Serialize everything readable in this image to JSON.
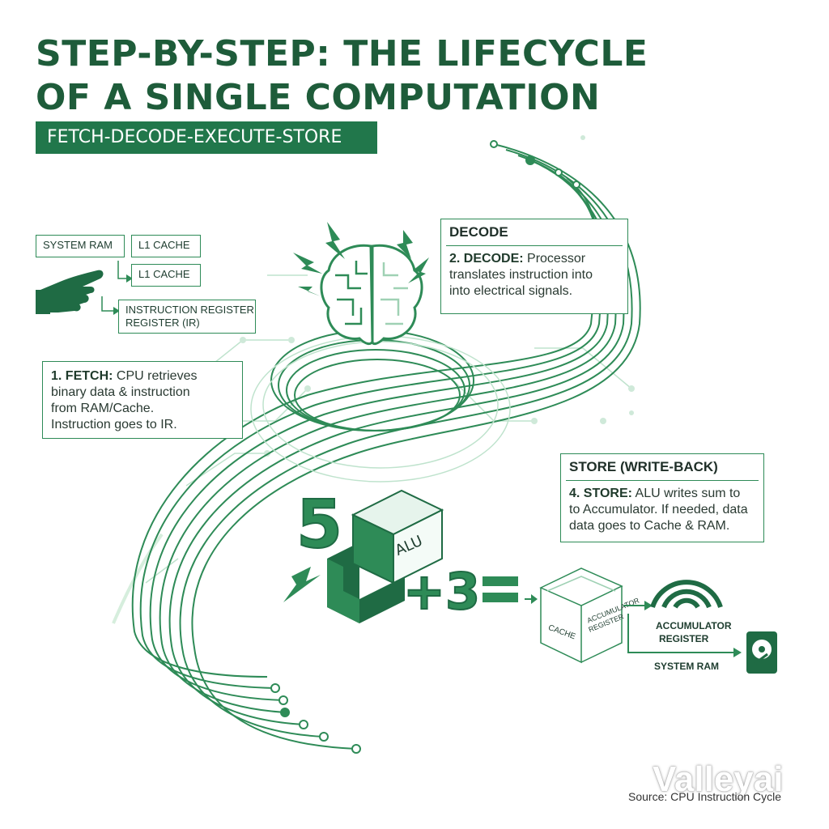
{
  "title": {
    "line1": "STEP-BY-STEP: THE LIFECYCLE",
    "line2": "OF A SINGLE COMPUTATION"
  },
  "banner": "FETCH-DECODE-EXECUTE-STORE",
  "fetch_area": {
    "tag_system_ram": "SYSTEM RAM",
    "tag_l1_cache_top": "L1 CACHE",
    "tag_l1_cache": "L1 CACHE",
    "tag_ir_line1": "INSTRUCTION REGISTER",
    "tag_ir_line2": "REGISTER (IR)"
  },
  "fetch_card": {
    "label": "1. FETCH:",
    "line1_rest": " CPU retrieves",
    "line2": "binary data & instruction",
    "line3": "from RAM/Cache.",
    "line4": "Instruction goes to IR."
  },
  "decode_card": {
    "heading": "DECODE",
    "label": "2. DECODE:",
    "line1_rest": " Processor",
    "line2": "translates instruction into",
    "line3": "into electrical signals."
  },
  "store_card": {
    "heading": "STORE (WRITE-BACK)",
    "label": "4. STORE:",
    "line1_rest": " ALU writes sum to",
    "line2": "to Accumulator. If needed, data",
    "line3": "data goes to Cache & RAM."
  },
  "execute": {
    "digit_left": "5",
    "alu_label": "ALU",
    "digit_right": "+3"
  },
  "store_visual": {
    "cache_label": "CACHE",
    "box_side_line1": "ACCUMULATOR",
    "box_side_line2": "REGISTER",
    "accumulator_line1": "ACCUMULATOR",
    "accumulator_line2": "REGISTER",
    "system_ram": "SYSTEM RAM"
  },
  "source": "Source: CPU Instruction Cycle",
  "watermark": "Valleyai",
  "colors": {
    "brand_green": "#21774b",
    "dark_green": "#1e5c3a",
    "line_green": "#2e8b57",
    "light_green": "#a9d8bd"
  },
  "icons": [
    "hand-pointer-icon",
    "brain-icon",
    "lightning-icon",
    "hard-drive-icon",
    "signal-arc-icon"
  ]
}
